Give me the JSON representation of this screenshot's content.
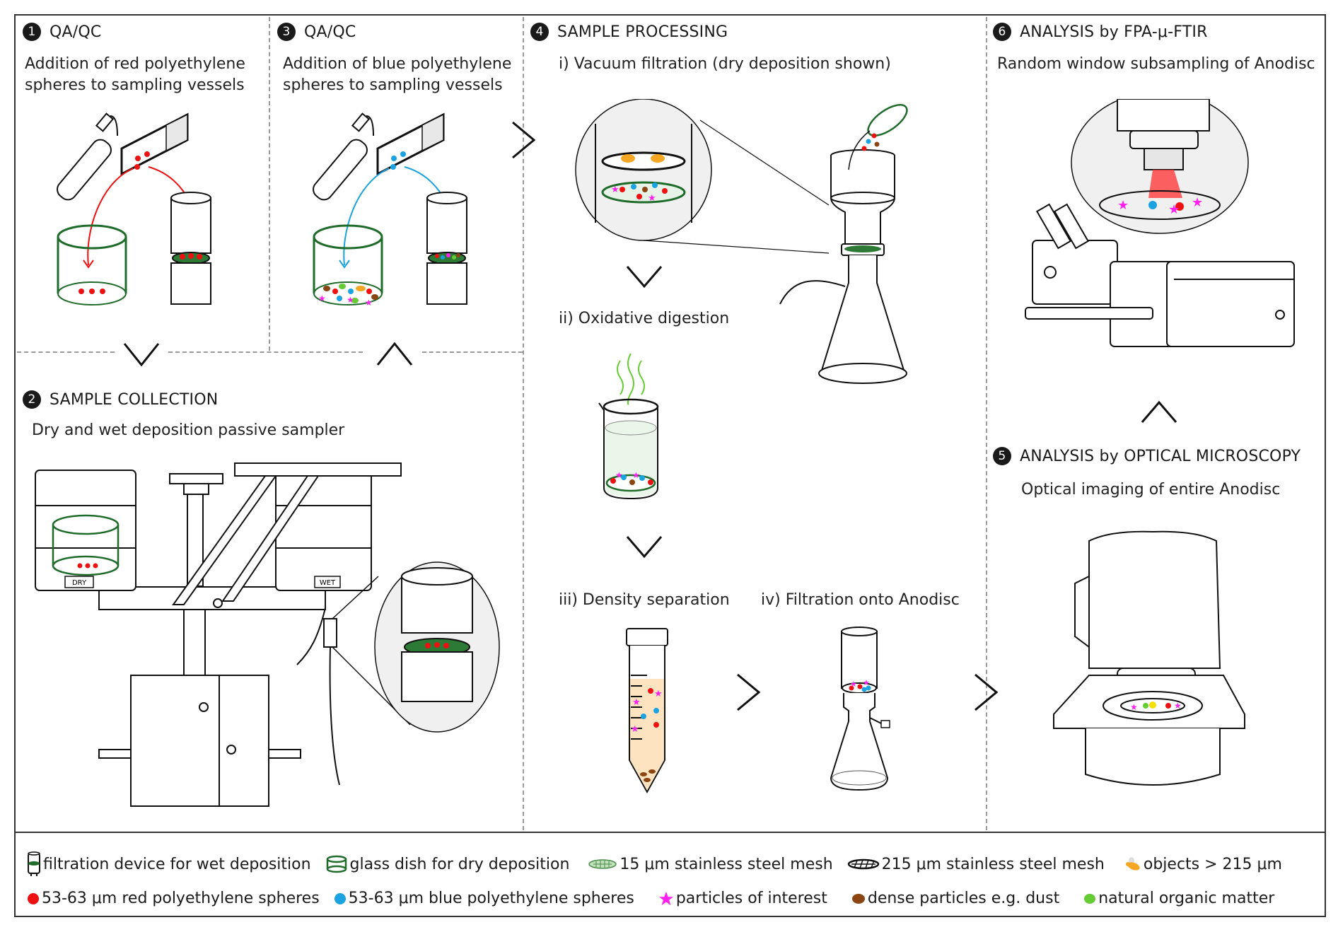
{
  "panels": {
    "p1": {
      "number": "1",
      "title": "QA/QC",
      "subtitle_lines": [
        "Addition of red polyethylene",
        "spheres to sampling vessels"
      ]
    },
    "p3": {
      "number": "3",
      "title": "QA/QC",
      "subtitle_lines": [
        "Addition of blue polyethylene",
        "spheres to sampling vessels"
      ]
    },
    "p2": {
      "number": "2",
      "title": "SAMPLE COLLECTION",
      "subtitle": "Dry and wet deposition passive sampler",
      "labels": {
        "dry": "DRY",
        "wet": "WET"
      }
    },
    "p4": {
      "number": "4",
      "title": "SAMPLE PROCESSING",
      "steps": [
        "i) Vacuum filtration (dry deposition shown)",
        "ii) Oxidative digestion",
        "iii) Density separation",
        "iv) Filtration onto Anodisc"
      ]
    },
    "p6": {
      "number": "6",
      "title": "ANALYSIS by FPA-μ-FTIR",
      "subtitle": "Random window subsampling of Anodisc"
    },
    "p5": {
      "number": "5",
      "title": "ANALYSIS by OPTICAL MICROSCOPY",
      "subtitle": "Optical imaging of entire Anodisc"
    }
  },
  "legend": {
    "row1": [
      {
        "icon": "filtration-device-icon",
        "label": "filtration device for wet deposition"
      },
      {
        "icon": "glass-dish-icon",
        "label": "glass dish for dry deposition"
      },
      {
        "icon": "fine-mesh-icon",
        "label": "15 μm stainless steel mesh"
      },
      {
        "icon": "coarse-mesh-icon",
        "label": "215 μm stainless steel mesh"
      },
      {
        "icon": "large-object-icon",
        "label": "objects > 215 μm"
      }
    ],
    "row2": [
      {
        "icon": "red-sphere-icon",
        "label": "53-63 μm red polyethylene spheres"
      },
      {
        "icon": "blue-sphere-icon",
        "label": "53-63 μm blue polyethylene spheres"
      },
      {
        "icon": "star-icon",
        "label": "particles of interest"
      },
      {
        "icon": "dust-icon",
        "label": "dense particles e.g. dust"
      },
      {
        "icon": "organic-matter-icon",
        "label": "natural organic matter"
      }
    ]
  },
  "colors": {
    "red": "#ee1111",
    "blue": "#1aa3e0",
    "magenta": "#ff22ee",
    "brown": "#8b4513",
    "green": "#66cc33",
    "dark_green": "#1e6b2a",
    "orange": "#f5a623",
    "laser": "#ff3b3b"
  }
}
